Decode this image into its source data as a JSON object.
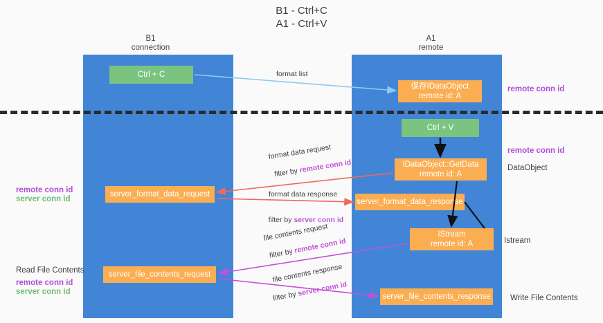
{
  "title": "B1 - Ctrl+C\nA1 - Ctrl+V",
  "columns": {
    "left": "B1\nconnection",
    "right": "A1\nremote"
  },
  "boxes": {
    "ctrl_c": "Ctrl + C",
    "ctrl_v": "Ctrl + V",
    "idataobject": "保存IDataObject\nremote id: A",
    "idataobject_line1": "保存IDataObject",
    "idataobject_line2": "remote id: A",
    "getdata_line1": "IDataObject::GetData",
    "getdata_line2": "remote id: A",
    "istream_line1": "IStream",
    "istream_line2": "remote id: A",
    "server_format_data_request": "server_format_data_request",
    "server_format_data_response": "server_format_data_response",
    "server_file_contents_request": "server_file_contents_request",
    "server_file_contents_response": "server_file_contents_response"
  },
  "right_labels": {
    "remote_conn_id_top": "remote conn id",
    "remote_conn_id_mid": "remote conn id",
    "dataobject": "DataObject",
    "istream": "Istream",
    "write_file_contents": "Write File Contents"
  },
  "left_labels": {
    "remote_conn_id": "remote conn id",
    "server_conn_id": "server conn id",
    "read_file_contents": "Read File Contents",
    "remote_conn_id_2": "remote conn id",
    "server_conn_id_2": "server conn id"
  },
  "arrows": {
    "format_list": "format list",
    "format_data_request": "format data request",
    "filter_by": "filter by ",
    "remote_conn_id": "remote conn id",
    "format_data_response": "format data response",
    "server_conn_id": "server conn id",
    "file_contents_request": "file contents request",
    "file_contents_response": "file contents response"
  },
  "colors": {
    "lane": "#4285d6",
    "green_box": "#7ac47f",
    "orange_box": "#fbad52",
    "purple": "#b14fd8",
    "green_text": "#6fbf73",
    "arrow_blue": "#8ecbf0",
    "arrow_red": "#ef6a5a",
    "arrow_magenta": "#c152d8",
    "arrow_black": "#111111"
  }
}
